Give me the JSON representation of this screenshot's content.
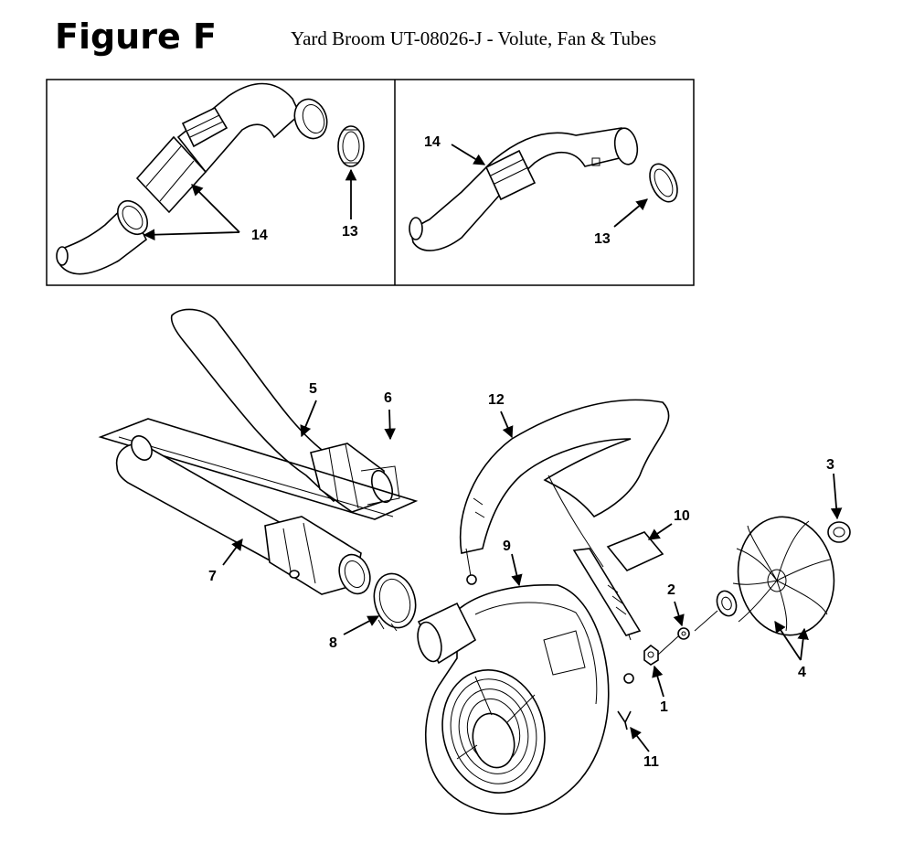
{
  "header": {
    "title": "Figure F",
    "subtitle": "Yard Broom UT-08026-J - Volute, Fan & Tubes"
  },
  "callouts": {
    "c1": "1",
    "c2": "2",
    "c3": "3",
    "c4": "4",
    "c5": "5",
    "c6": "6",
    "c7": "7",
    "c8": "8",
    "c9": "9",
    "c10": "10",
    "c11": "11",
    "c12": "12",
    "c13a": "13",
    "c13b": "13",
    "c14a": "14",
    "c14b": "14"
  }
}
